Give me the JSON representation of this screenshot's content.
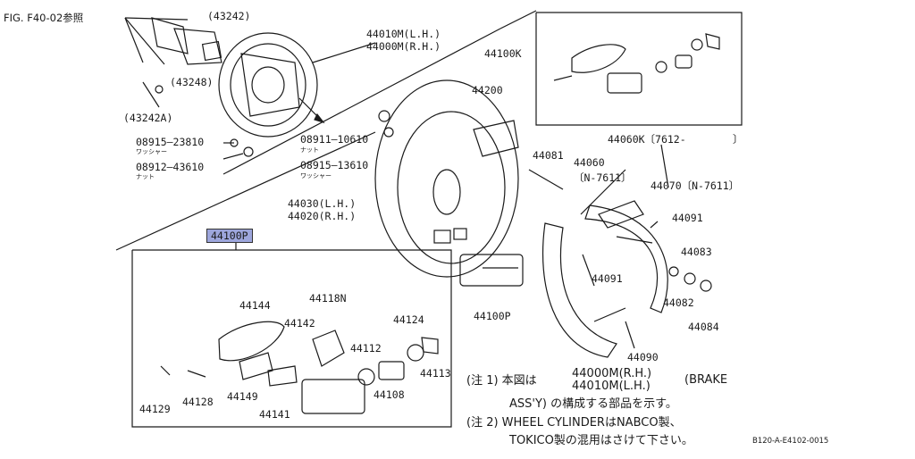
{
  "header": {
    "fig_ref": "FIG. F40-02参照"
  },
  "labels": {
    "p43242": "(43242)",
    "p43248": "(43248)",
    "p43242a": "(43242A)",
    "p44010m_lh": "44010M(L.H.)",
    "p44000m_rh": "44000M(R.H.)",
    "p08915_23810": "08915—23810",
    "washer_1": "ワッシャー",
    "p08912_43610": "08912—43610",
    "nut_1": "ナット",
    "p08911_10610": "08911—10610",
    "nut_2": "ナット",
    "p08915_13610": "08915—13610",
    "washer_2": "ワッシャー",
    "p44030_lh": "44030(L.H.)",
    "p44020_rh": "44020(R.H.)",
    "p44200": "44200",
    "p44100k": "44100K",
    "p44060k": "44060K〔7612-",
    "p44060k_close": "〕",
    "p44081": "44081",
    "p44060": "44060",
    "p44060_range": "〔N-7611〕",
    "p44070": "44070〔N-7611〕",
    "p44091_a": "44091",
    "p44091_b": "44091",
    "p44083": "44083",
    "p44082": "44082",
    "p44084": "44084",
    "p44090": "44090",
    "p44100p_hl": "44100P",
    "p44100p": "44100P",
    "p44144": "44144",
    "p44118n": "44118N",
    "p44142": "44142",
    "p44124": "44124",
    "p44112": "44112",
    "p44113": "44113",
    "p44129": "44129",
    "p44128": "44128",
    "p44149": "44149",
    "p44141": "44141",
    "p44108": "44108"
  },
  "notes": {
    "n1_prefix": "(注 1) 本図は",
    "n1_parts": "44000M(R.H.)",
    "n1_parts2": "44010M(L.H.)",
    "n1_brake": "(BRAKE",
    "n1_line2": "ASS'Y)  の構成する部品を示す。",
    "n2_line1": "(注 2) WHEEL CYLINDERはNABCO製、",
    "n2_line2": "TOKICO製の混用はさけて下さい。"
  },
  "footer": {
    "code": "B120-A-E4102-0015"
  },
  "colors": {
    "ink": "#1a1a1a",
    "highlight": "#9da6dc"
  }
}
